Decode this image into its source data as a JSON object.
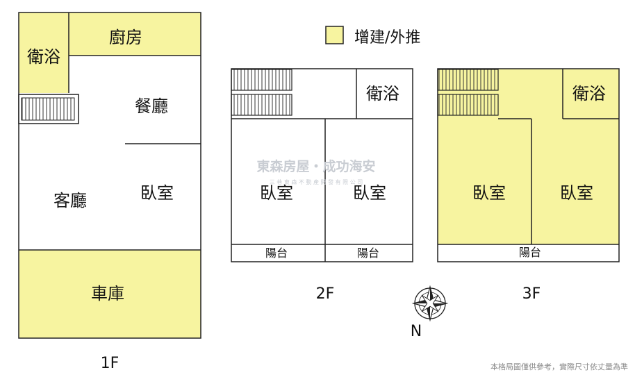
{
  "legend": {
    "label": "增建/外推",
    "swatch_color": "#f7f4a0"
  },
  "colors": {
    "addition": "#f7f4a0",
    "wall": "#222222",
    "watermark": "#c9cdd3"
  },
  "floors": {
    "f1": {
      "caption": "1F",
      "rooms": {
        "bath": "衛浴",
        "kitchen": "廚房",
        "dining": "餐廳",
        "living": "客廳",
        "bedroom": "臥室",
        "garage": "車庫"
      }
    },
    "f2": {
      "caption": "2F",
      "rooms": {
        "bath": "衛浴",
        "bedroom_left": "臥室",
        "bedroom_right": "臥室",
        "balcony_left": "陽台",
        "balcony_right": "陽台"
      }
    },
    "f3": {
      "caption": "3F",
      "rooms": {
        "bath": "衛浴",
        "bedroom_left": "臥室",
        "bedroom_right": "臥室",
        "balcony": "陽台"
      }
    }
  },
  "watermark": {
    "title": "東森房屋・成功海安",
    "subtitle": "三 巷 東 森 不 動 產 開 發 有 限 公 司"
  },
  "compass": {
    "north_label": "N"
  },
  "footer_note": "本格局圖僅供參考，實際尺寸依丈量為準"
}
